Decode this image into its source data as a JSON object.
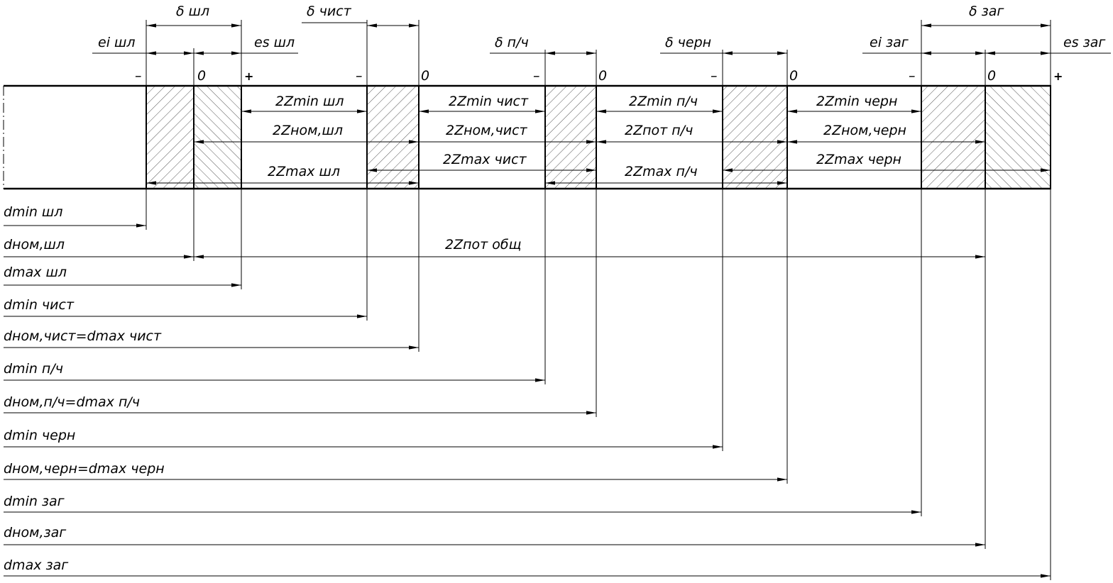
{
  "colors": {
    "ink": "#000000",
    "paper": "#ffffff",
    "hatch": "#444444"
  },
  "top_labels": {
    "delta_shl": "δ шл",
    "delta_chist": "δ чист",
    "delta_pch": "δ п/ч",
    "delta_chern": "δ черн",
    "delta_zag": "δ заг",
    "ei_shl": "ei шл",
    "es_shl": "es шл",
    "ei_zag": "ei заг",
    "es_zag": "es заг"
  },
  "signs": {
    "minus": "–",
    "plus": "+",
    "zero": "0"
  },
  "allowance_labels": {
    "zmin_shl": "2Zmin шл",
    "znom_shl": "2Zном,шл",
    "zmax_shl": "2Zmax шл",
    "zmin_chist": "2Zmin чист",
    "znom_chist": "2Zном,чист",
    "zmax_chist": "2Zmax чист",
    "zmin_pch": "2Zmin п/ч",
    "znom_pch": "2Zпот п/ч",
    "zmax_pch": "2Zmax п/ч",
    "zmin_chern": "2Zmin черн",
    "znom_chern": "2Zном,черн",
    "zmax_chern": "2Zmax черн",
    "znom_total": "2Zпот общ"
  },
  "dimension_labels": {
    "dmin_shl": "dmin шл",
    "dnom_shl": "dном,шл",
    "dmax_shl": "dmax шл",
    "dmin_chist": "dmin чист",
    "dnom_chist": "dном,чист=dmax чист",
    "dmin_pch": "dmin п/ч",
    "dnom_pch": "dном,п/ч=dmax п/ч",
    "dmin_chern": "dmin черн",
    "dnom_chern": "dном,черн=dmax черн",
    "dmin_zag": "dmin заг",
    "dnom_zag": "dном,заг",
    "dmax_zag": "dmax заг"
  }
}
